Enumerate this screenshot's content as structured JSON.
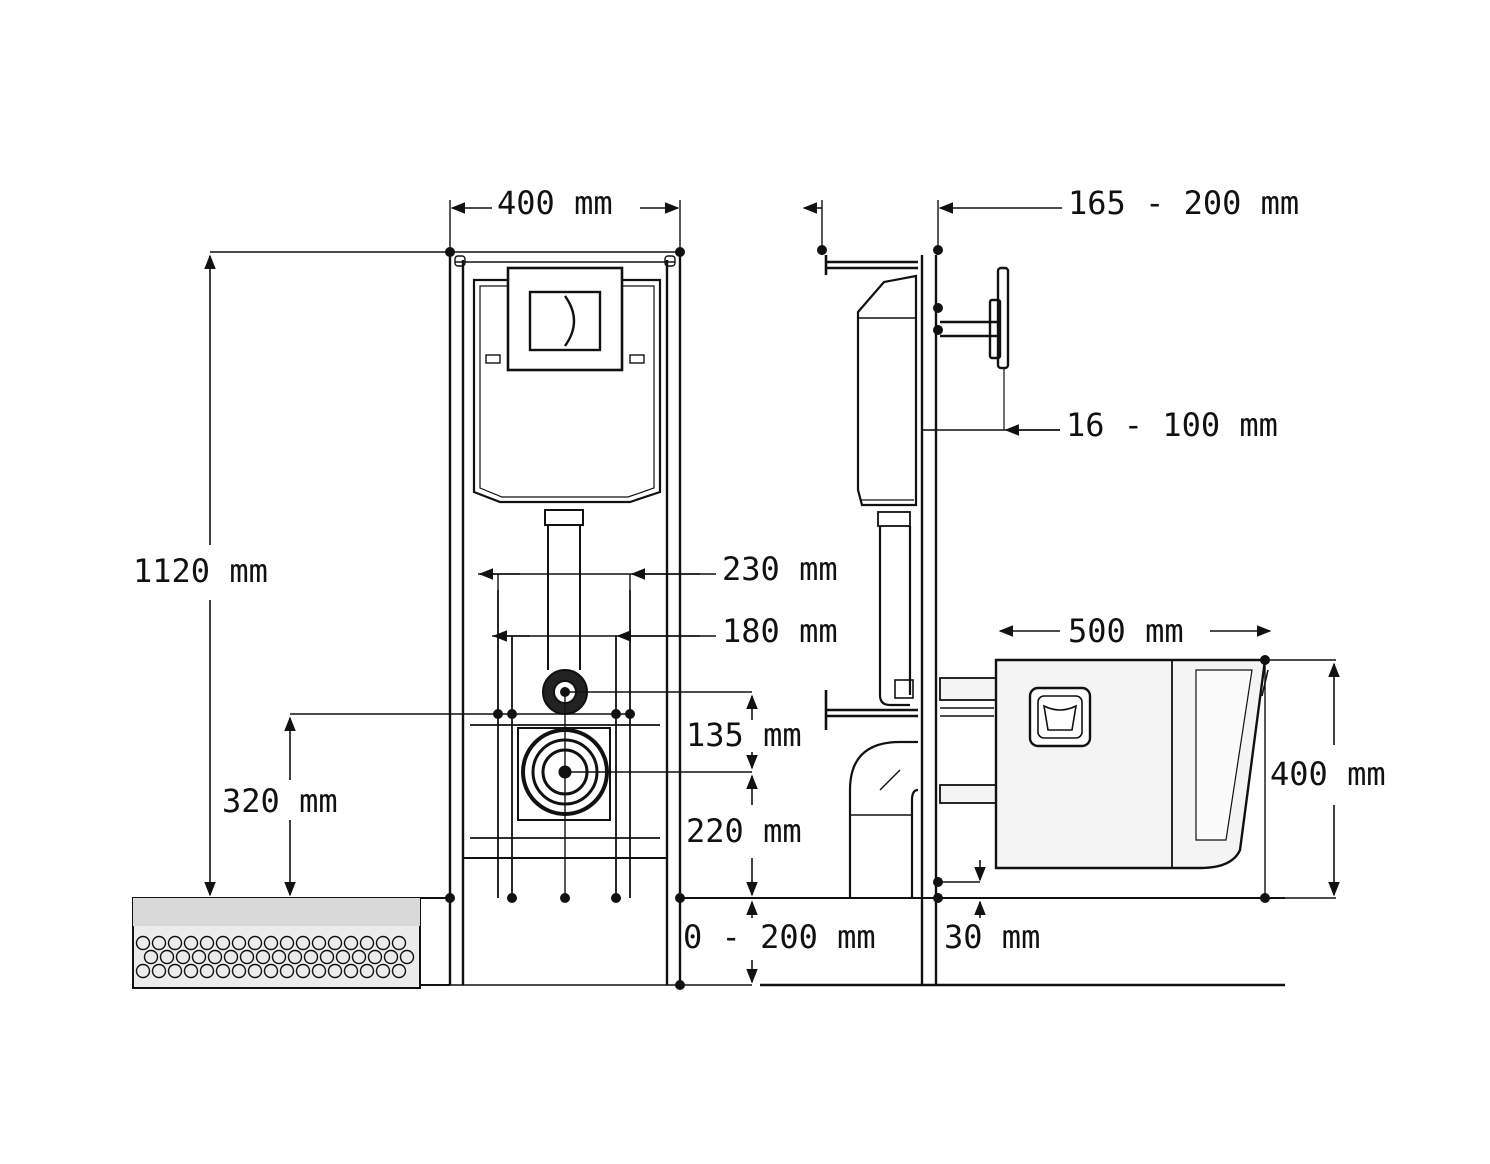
{
  "front_view": {
    "width_label": "400 mm",
    "height_label": "1120 mm",
    "outer_spacing_label": "230 mm",
    "inner_spacing_label": "180 mm",
    "drain_height_label": "320 mm",
    "pipe_offset_label": "135 mm",
    "waste_height_label": "220 mm",
    "floor_range_label": "0 - 200 mm"
  },
  "side_view": {
    "depth_label": "165 - 200 mm",
    "button_depth_label": "16 - 100 mm",
    "bowl_length_label": "500 mm",
    "bowl_height_label": "400 mm",
    "gap_label": "30 mm"
  },
  "colors": {
    "line": "#111111",
    "floor_fill": "#d9d9d9",
    "panel_fill": "#f4f4f4"
  }
}
